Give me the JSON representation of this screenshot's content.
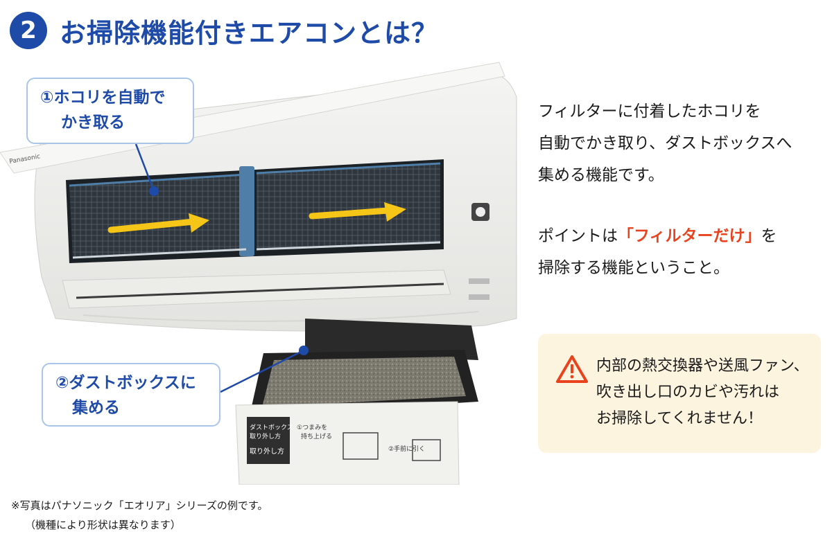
{
  "header": {
    "number": "2",
    "title": "お掃除機能付きエアコンとは？"
  },
  "photo": {
    "brand": "Panasonic",
    "box_label": {
      "title1": "ダストボックス",
      "title2": "取り外し方",
      "title3": "取り外し方",
      "step1a": "①つまみを",
      "step1b": "持ち上げる",
      "step2": "②手前に引く"
    }
  },
  "callouts": {
    "c1": {
      "line1": "①ホコリを自動で",
      "line2": "かき取る"
    },
    "c2": {
      "line1": "②ダストボックスに",
      "line2": "集める"
    }
  },
  "description": {
    "p1": [
      "フィルターに付着したホコリを",
      "自動でかき取り、ダストボックスへ",
      "集める機能です。"
    ],
    "p2_before": "ポイントは",
    "p2_emph": "「フィルターだけ」",
    "p2_after": "を",
    "p2_line2": "掃除する機能ということ。"
  },
  "warning": {
    "icon": "warning-triangle-icon",
    "lines": [
      "内部の熱交換器や送風ファン、",
      "吹き出し口のカビや汚れは",
      "お掃除してくれません！"
    ]
  },
  "footnote": {
    "line1": "※写真はパナソニック「エオリア」シリーズの例です。",
    "line2": "（機種により形状は異なります）"
  },
  "colors": {
    "brand_blue": "#1e4aa8",
    "accent_red": "#e8431e",
    "arrow_yellow": "#f5c518",
    "warning_bg": "#fdf4df"
  }
}
